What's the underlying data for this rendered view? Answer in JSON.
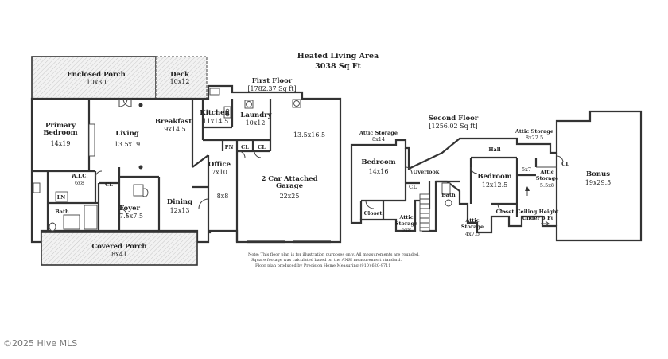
{
  "header": {
    "title": "Heated Living Area",
    "area": "3038 Sq Ft"
  },
  "first_floor": {
    "title": "First Floor",
    "area": "[1782.37 Sq ft]",
    "rooms": [
      {
        "name": "Enclosed Porch",
        "size": "10x30"
      },
      {
        "name": "Deck",
        "size": "10x12"
      },
      {
        "name": "Primary Bedroom",
        "size": "14x19"
      },
      {
        "name": "Living",
        "size": "13.5x19"
      },
      {
        "name": "Breakfast",
        "size": "9x14.5"
      },
      {
        "name": "Kitchen",
        "size": "11x14.5"
      },
      {
        "name": "Laundry",
        "size": "10x12"
      },
      {
        "name": "W.I.C.",
        "size": "6x8"
      },
      {
        "name": "LN",
        "size": ""
      },
      {
        "name": "Bath",
        "size": ""
      },
      {
        "name": "CL",
        "size": ""
      },
      {
        "name": "Foyer",
        "size": "7.5x7.5"
      },
      {
        "name": "Dining",
        "size": "12x13"
      },
      {
        "name": "Office",
        "size": "7x10"
      },
      {
        "name": "",
        "size": "8x8"
      },
      {
        "name": "PN",
        "size": ""
      },
      {
        "name": "2 Car Attached Garage",
        "size": "22x25"
      },
      {
        "name": "",
        "size": "13.5x16.5"
      },
      {
        "name": "Covered Porch",
        "size": "8x41"
      }
    ]
  },
  "second_floor": {
    "title": "Second Floor",
    "area": "[1256.02 Sq ft]",
    "rooms": [
      {
        "name": "Attic Storage",
        "size": "8x14"
      },
      {
        "name": "Bedroom",
        "size": "14x16"
      },
      {
        "name": "Closet",
        "size": ""
      },
      {
        "name": "Attic Storage",
        "size": "5x8"
      },
      {
        "name": "Overlook",
        "size": ""
      },
      {
        "name": "Bath",
        "size": ""
      },
      {
        "name": "Hall",
        "size": ""
      },
      {
        "name": "Attic Storage",
        "size": "8x22.5"
      },
      {
        "name": "Bedroom",
        "size": "12x12.5"
      },
      {
        "name": "Closet",
        "size": ""
      },
      {
        "name": "Attic Storage",
        "size": "4x7.5"
      },
      {
        "name": "",
        "size": "5x7"
      },
      {
        "name": "Attic Storage",
        "size": "5.5x8"
      },
      {
        "name": "Bonus",
        "size": "19x29.5"
      },
      {
        "name": "CL",
        "size": ""
      }
    ],
    "ceiling_note": [
      "Ceiling Height",
      "Under 5 Ft"
    ]
  },
  "disclaimer": [
    "Note: This floor plan is for illustration purposes only. All measurements are rounded.",
    "Square footage was calculated based on the ANSI measurement standard.",
    "Floor plan produced by Precision Home Measuring (910) 620-9711"
  ],
  "watermark": "©2025 Hive MLS"
}
